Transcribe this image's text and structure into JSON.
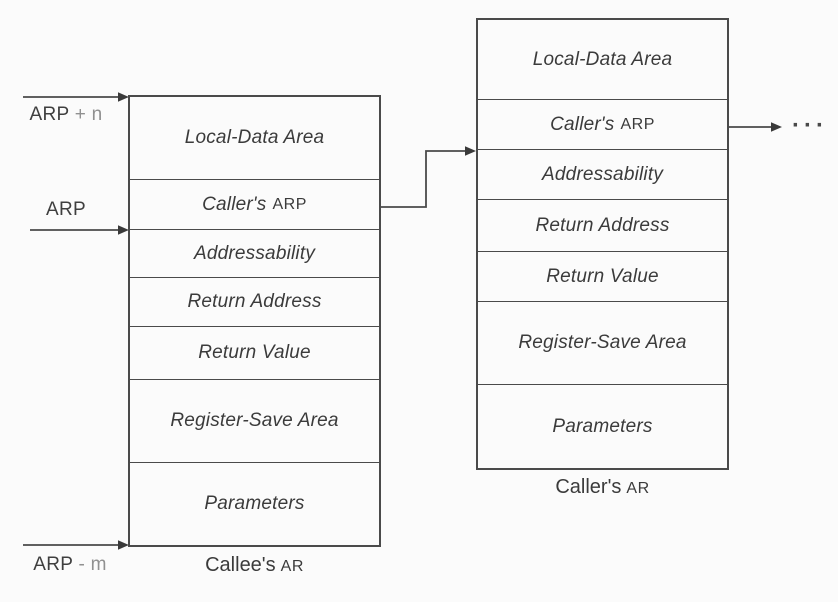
{
  "colors": {
    "background": "#fbfbfb",
    "line": "#4a4a4a",
    "text": "#3b3b3b",
    "muted_offset": "#909090"
  },
  "left_record": {
    "fields": [
      {
        "text": "Local-Data Area"
      },
      {
        "text": "Caller's",
        "acronym": "ARP"
      },
      {
        "text": "Addressability"
      },
      {
        "text": "Return Address"
      },
      {
        "text": "Return Value"
      },
      {
        "text": "Register-Save Area"
      },
      {
        "text": "Parameters"
      }
    ],
    "caption": {
      "text": "Callee's",
      "acronym": "AR"
    }
  },
  "right_record": {
    "fields": [
      {
        "text": "Local-Data Area"
      },
      {
        "text": "Caller's",
        "acronym": "ARP"
      },
      {
        "text": "Addressability"
      },
      {
        "text": "Return Address"
      },
      {
        "text": "Return Value"
      },
      {
        "text": "Register-Save Area"
      },
      {
        "text": "Parameters"
      }
    ],
    "caption": {
      "text": "Caller's",
      "acronym": "AR"
    }
  },
  "pointer_labels": {
    "top": {
      "base": "ARP",
      "offset": "+ n"
    },
    "middle": {
      "base": "ARP",
      "offset": ""
    },
    "bottom": {
      "base": "ARP",
      "offset": "- m"
    }
  },
  "link": {
    "ellipsis": "···"
  }
}
